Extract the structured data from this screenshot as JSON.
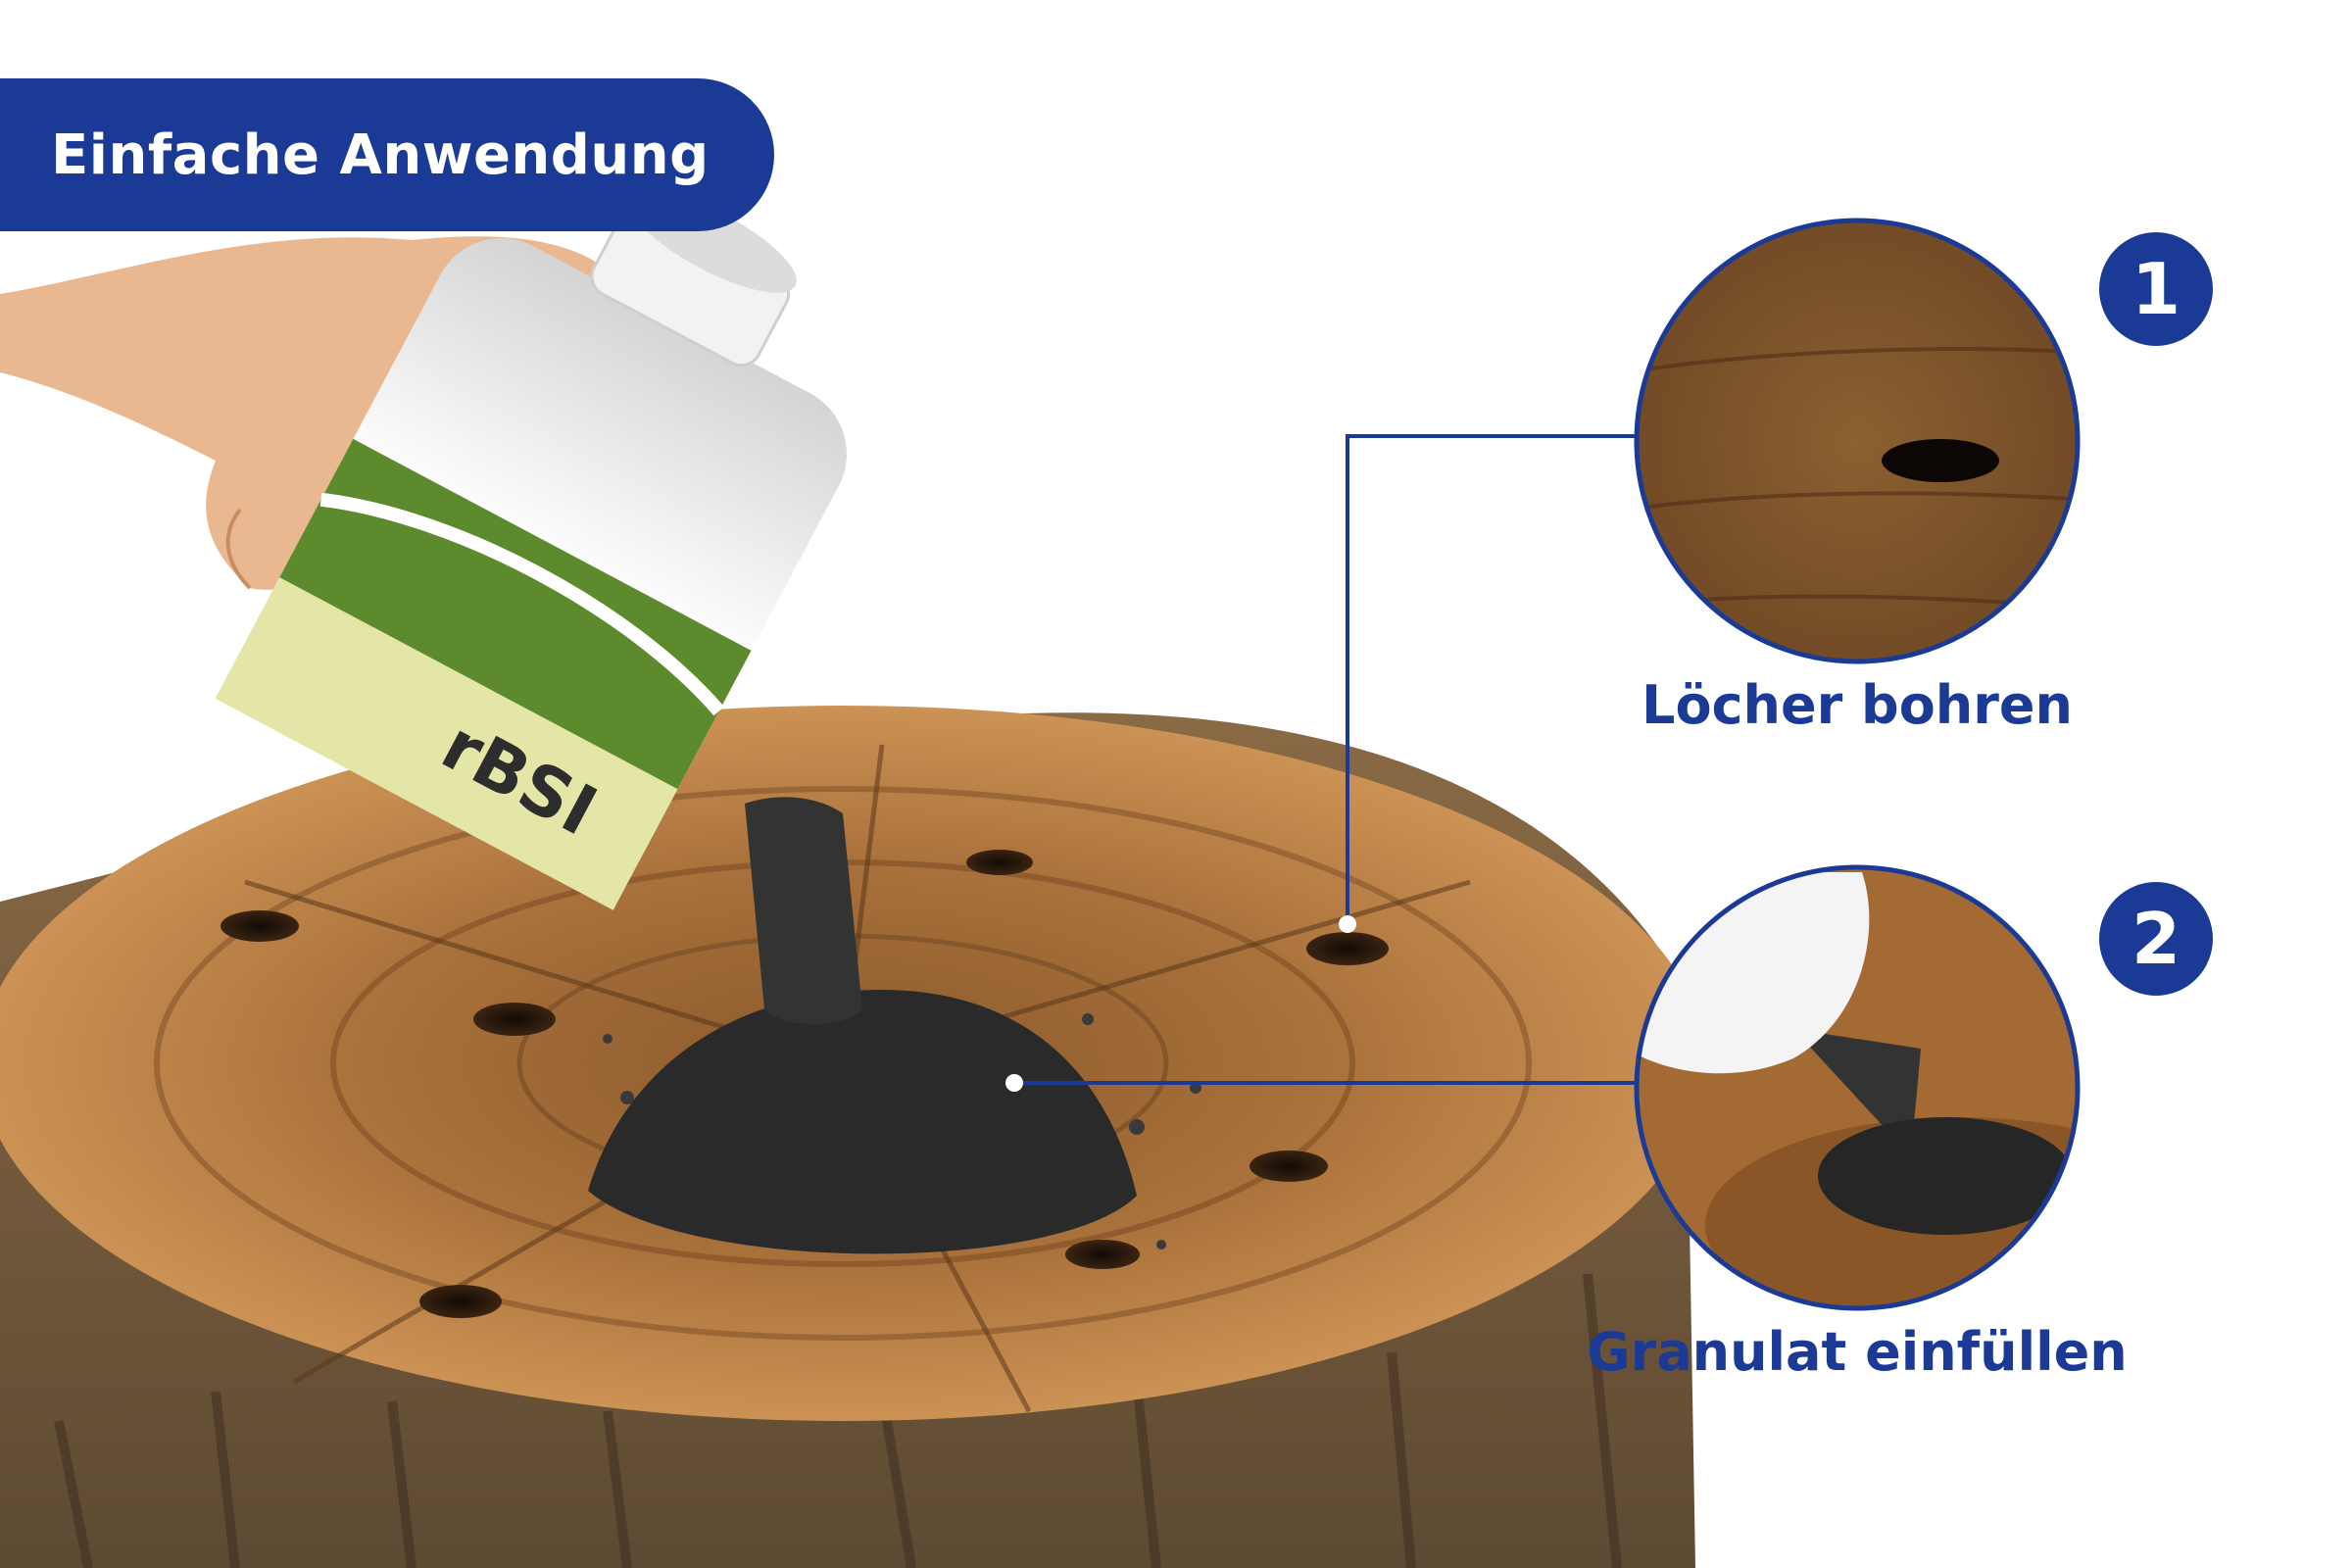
{
  "header": {
    "title": "Einfache Anwendung"
  },
  "steps": [
    {
      "number": "1",
      "label": "Löcher bohren"
    },
    {
      "number": "2",
      "label": "Granulat einfüllen"
    }
  ],
  "product": {
    "label_fragment": "rBSI"
  },
  "colors": {
    "brand_blue": "#1b3a96",
    "wood": "#b57a42",
    "granulate": "#2b2b2b",
    "bottle_green": "#5c8a2c",
    "bottle_cream": "#e4e6a8"
  }
}
